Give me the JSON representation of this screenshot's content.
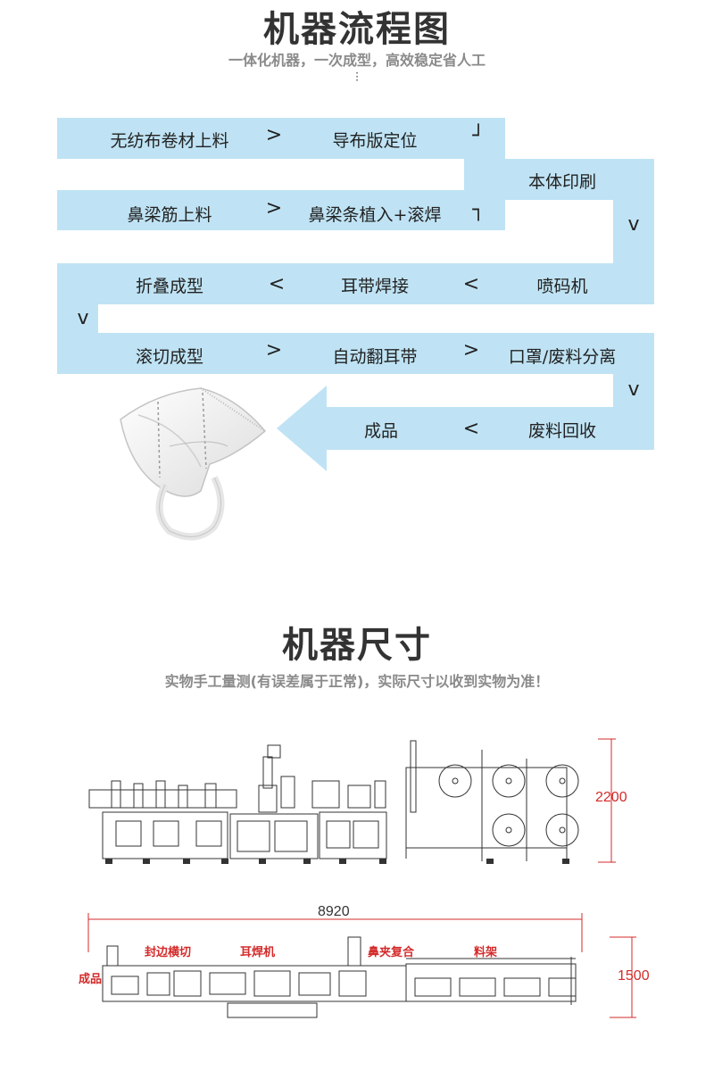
{
  "flow_section": {
    "title": "机器流程图",
    "subtitle": "一体化机器，一次成型，高效稳定省人工",
    "steps": {
      "s1": "无纺布卷材上料",
      "s2": "导布版定位",
      "s3": "本体印刷",
      "s4": "鼻梁筋上料",
      "s5": "鼻梁条植入+滚焊",
      "s6": "折叠成型",
      "s7": "耳带焊接",
      "s8": "喷码机",
      "s9": "滚切成型",
      "s10": "自动翻耳带",
      "s11": "口罩/废料分离",
      "s12": "成品",
      "s13": "废料回收"
    },
    "arrows": {
      "right": ">",
      "left": "<",
      "down": "v",
      "corner_down": "┘",
      "corner_up": "┐"
    },
    "colors": {
      "band": "#bfe3f4"
    }
  },
  "size_section": {
    "title": "机器尺寸",
    "subtitle": "实物手工量测(有误差属于正常)，实际尺寸以收到实物为准！",
    "dimensions": {
      "height": "2200",
      "length": "8920",
      "width": "1500"
    },
    "parts": {
      "finished": "成品",
      "edge_seal": "封边横切",
      "ear_weld": "耳焊机",
      "nose_clip": "鼻夹复合",
      "rack": "料架"
    },
    "colors": {
      "dimension": "#d42a2a"
    }
  }
}
